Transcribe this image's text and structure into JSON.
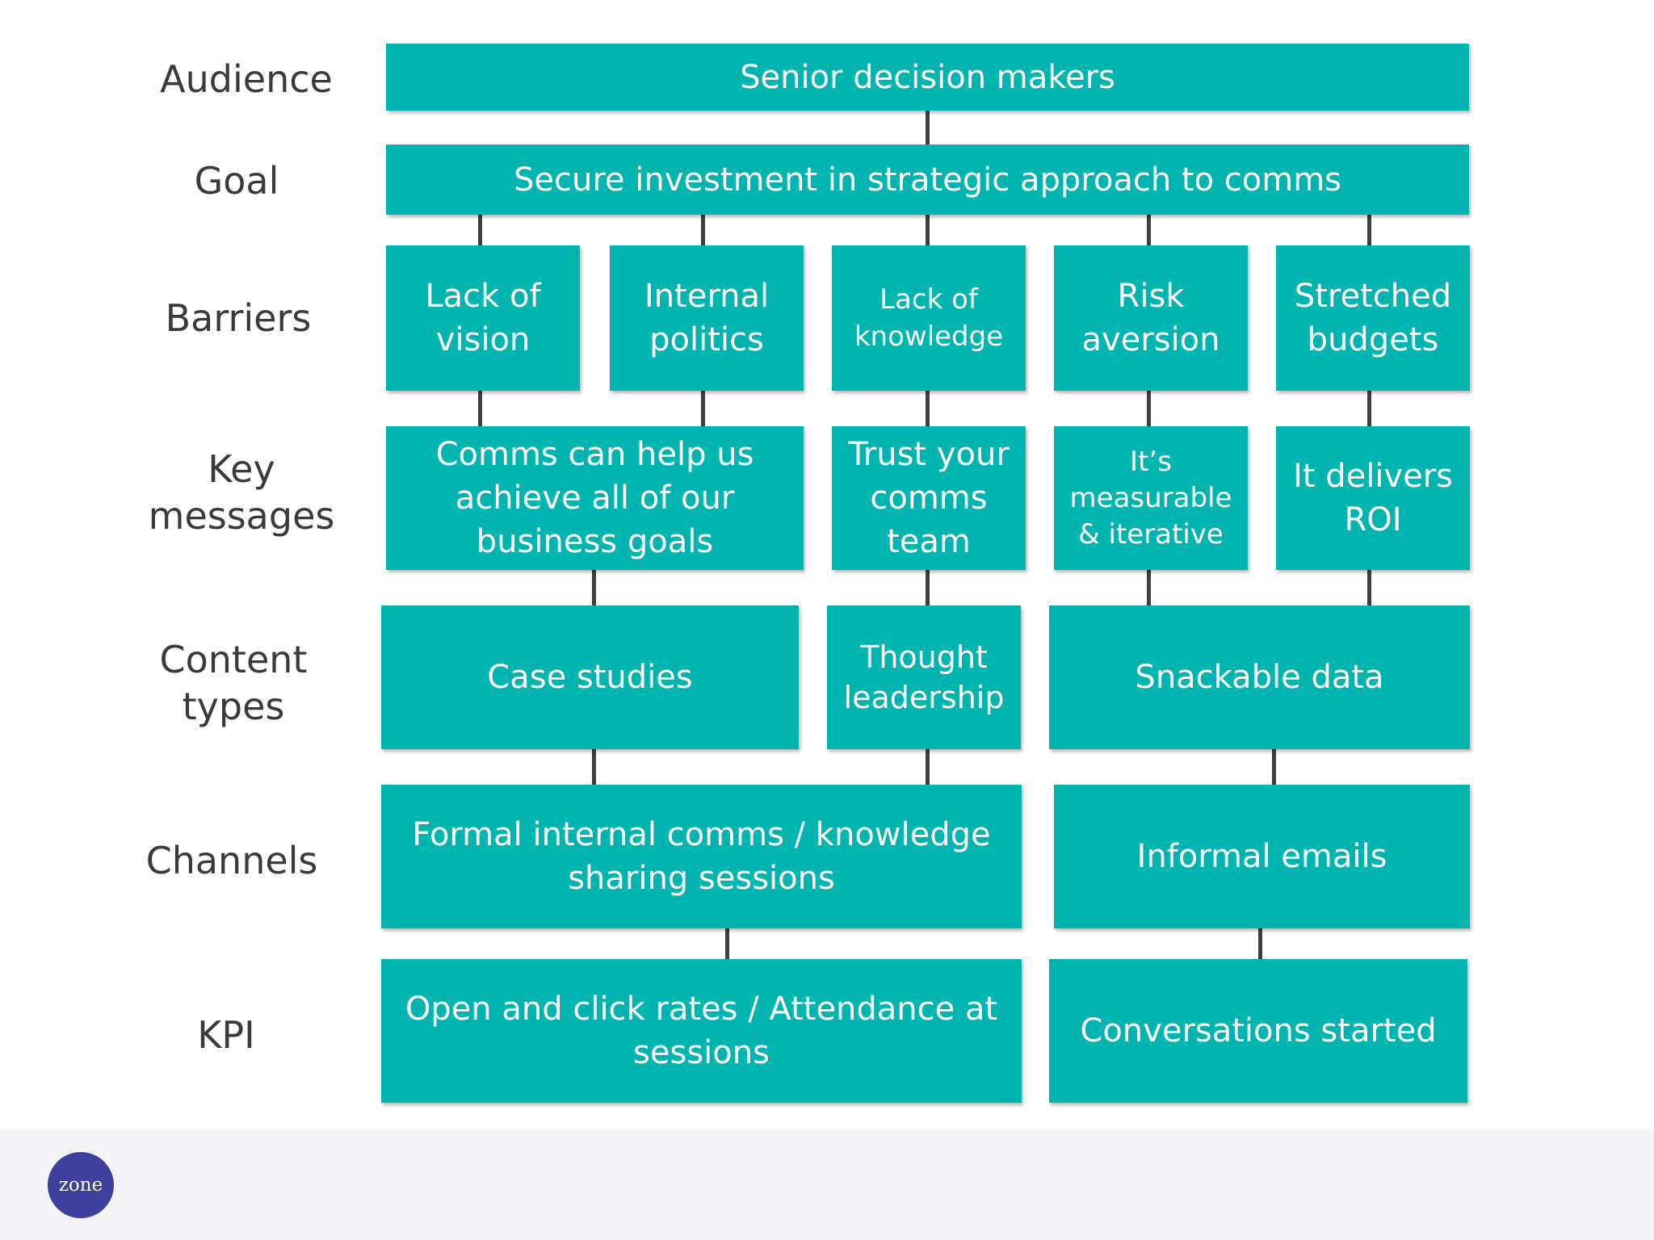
{
  "row_labels": {
    "audience": "Audience",
    "goal": "Goal",
    "barriers": "Barriers",
    "key_messages": "Key\nmessages",
    "content_types": "Content\ntypes",
    "channels": "Channels",
    "kpi": "KPI"
  },
  "audience": {
    "senior": "Senior decision makers"
  },
  "goal": {
    "secure": "Secure investment in strategic approach to comms"
  },
  "barriers": {
    "lack_vision": "Lack of\nvision",
    "internal_politics": "Internal\npolitics",
    "lack_knowledge": "Lack of\nknowledge",
    "risk_aversion": "Risk\naversion",
    "stretched_budgets": "Stretched\nbudgets"
  },
  "key_messages": {
    "comms_help": "Comms can help us\nachieve all of our\nbusiness goals",
    "trust_team": "Trust your\ncomms\nteam",
    "measurable": "It’s\nmeasurable\n& iterative",
    "delivers_roi": "It delivers\nROI"
  },
  "content_types": {
    "case_studies": "Case studies",
    "thought_leadership": "Thought\nleadership",
    "snackable_data": "Snackable data"
  },
  "channels": {
    "formal": "Formal internal comms / knowledge\nsharing sessions",
    "informal": "Informal emails"
  },
  "kpi": {
    "open_click": "Open and click rates / Attendance at\nsessions",
    "conversations": "Conversations started"
  },
  "footer": {
    "logo_text": "zone"
  },
  "colors": {
    "box": "#00b5b0",
    "box_text": "#ffffff",
    "label_text": "#3a3a3a",
    "connector": "#3f3f3f",
    "footer_bg": "#f5f5f7",
    "logo_bg": "#3f3f9e"
  }
}
